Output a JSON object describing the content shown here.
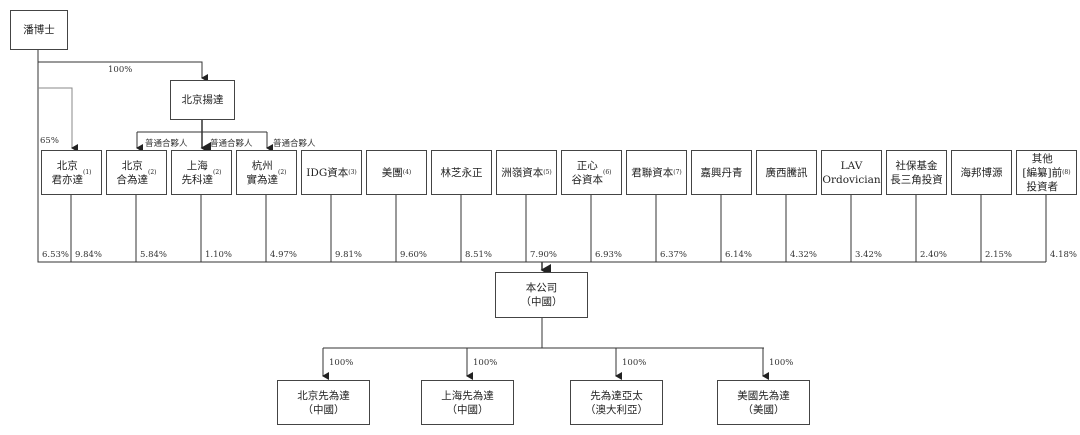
{
  "founder": "潘博士",
  "founder_to_yangda_pct": "100%",
  "founder_to_junyida_pct": "65%",
  "founder_direct_pct": "6.53%",
  "gp_entity": "北京揚達",
  "gp_label": "普通合夥人",
  "shareholders": [
    {
      "name": "北京\n君亦達",
      "note": "(1)",
      "pct": "9.84%"
    },
    {
      "name": "北京\n合為達",
      "note": "(2)",
      "pct": "5.84%"
    },
    {
      "name": "上海\n先科達",
      "note": "(2)",
      "pct": "1.10%"
    },
    {
      "name": "杭州\n實為達",
      "note": "(2)",
      "pct": "4.97%"
    },
    {
      "name": "IDG資本",
      "note": "(3)",
      "pct": "9.81%"
    },
    {
      "name": "美團",
      "note": "(4)",
      "pct": "9.60%"
    },
    {
      "name": "林芝永正",
      "note": "",
      "pct": "8.51%"
    },
    {
      "name": "洲嶺資本",
      "note": "(5)",
      "pct": "7.90%"
    },
    {
      "name": "正心\n谷資本",
      "note": "(6)",
      "pct": "6.93%"
    },
    {
      "name": "君聯資本",
      "note": "(7)",
      "pct": "6.37%"
    },
    {
      "name": "嘉興丹青",
      "note": "",
      "pct": "6.14%"
    },
    {
      "name": "廣西騰訊",
      "note": "",
      "pct": "4.32%"
    },
    {
      "name": "LAV\nOrdovician",
      "note": "",
      "pct": "3.42%"
    },
    {
      "name": "社保基金\n長三角投資",
      "note": "",
      "pct": "2.40%"
    },
    {
      "name": "海邦博源",
      "note": "",
      "pct": "2.15%"
    },
    {
      "name": "其他\n[編纂]前\n投資者",
      "note": "(8)",
      "pct": "4.18%"
    }
  ],
  "company": "本公司\n（中國）",
  "subsidiaries": [
    {
      "name": "北京先為達\n（中國）",
      "pct": "100%"
    },
    {
      "name": "上海先為達\n（中國）",
      "pct": "100%"
    },
    {
      "name": "先為達亞太\n（澳大利亞）",
      "pct": "100%"
    },
    {
      "name": "美國先為達\n（美國）",
      "pct": "100%"
    }
  ]
}
